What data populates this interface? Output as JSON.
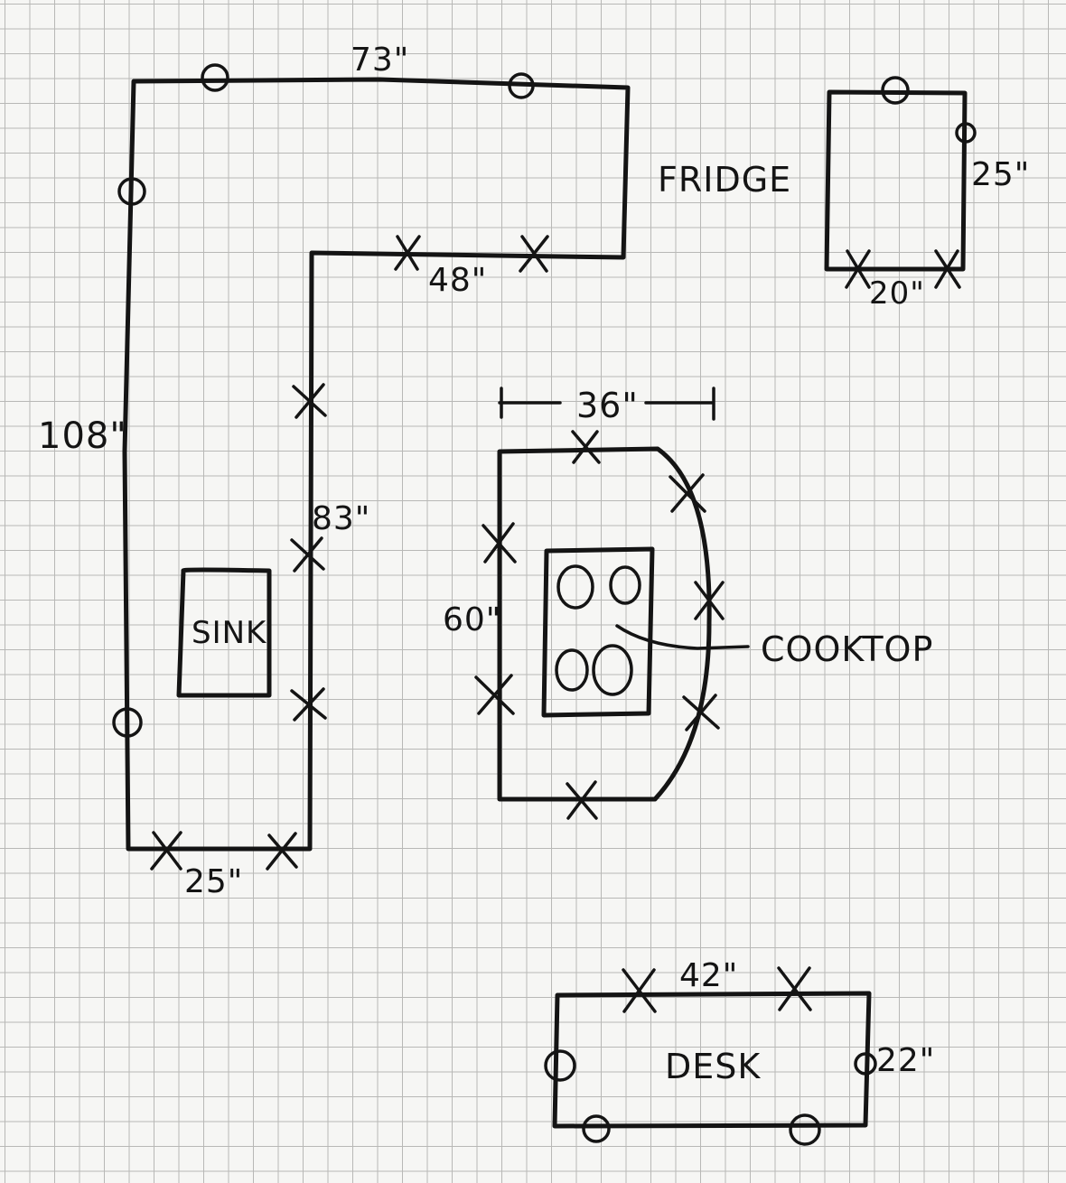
{
  "labels": {
    "fridge": "FRIDGE",
    "sink": "SINK",
    "cooktop": "COOKTOP",
    "desk": "DESK"
  },
  "dimensions": {
    "top_width": "73\"",
    "left_height": "108\"",
    "inner_top": "48\"",
    "inner_height": "83\"",
    "bottom_width": "25\"",
    "small_height": "25\"",
    "small_width": "20\"",
    "island_width": "36\"",
    "island_height": "60\"",
    "desk_width": "42\"",
    "desk_height": "22\""
  },
  "colors": {
    "ink": "#141414",
    "paper": "#f6f6f4",
    "grid": "#b8b8b6"
  },
  "icons": [
    "outlet-circle-marker",
    "x-marker",
    "burner-circle"
  ]
}
